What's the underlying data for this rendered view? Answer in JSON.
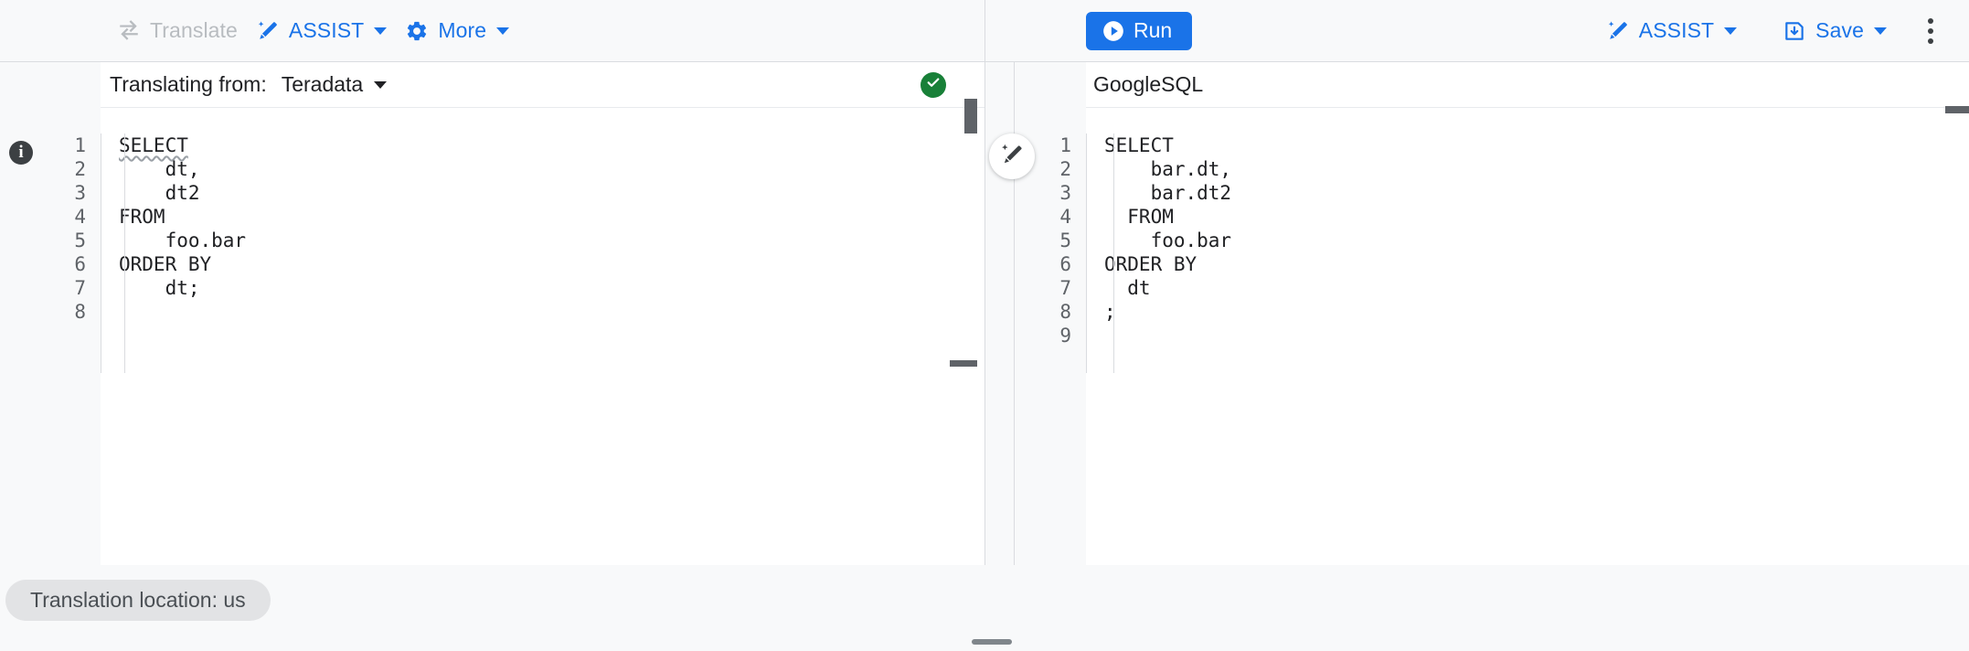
{
  "toolbar": {
    "left": [
      {
        "id": "translate",
        "label": "Translate",
        "icon": "translate-swap-icon",
        "disabled": true,
        "caret": false
      },
      {
        "id": "assist-left",
        "label": "ASSIST",
        "icon": "magic-wand-icon",
        "disabled": false,
        "caret": true
      },
      {
        "id": "more",
        "label": "More",
        "icon": "gear-icon",
        "disabled": false,
        "caret": true
      }
    ],
    "right": {
      "run_label": "Run",
      "run_icon": "play-circle-icon",
      "assist_label": "ASSIST",
      "assist_icon": "magic-wand-icon",
      "save_label": "Save",
      "save_icon": "save-disk-icon",
      "overflow_icon": "kebab-menu-icon"
    },
    "accent_color": "#1a73e8",
    "disabled_color": "#b8bcc0"
  },
  "source_panel": {
    "translating_from_label": "Translating from:",
    "dialect": "Teradata",
    "status_icon": "check-circle-icon",
    "status_color": "#188038",
    "info_icon": "info-icon",
    "info_glyph": "i",
    "line_numbers": [
      "1",
      "2",
      "3",
      "4",
      "5",
      "6",
      "7",
      "8"
    ],
    "code_lines": [
      {
        "n": 1,
        "text": "SELECT",
        "kind": "keyword",
        "squiggly": true
      },
      {
        "n": 2,
        "text": "    dt,",
        "kind": "plain",
        "squiggly": false
      },
      {
        "n": 3,
        "text": "    dt2",
        "kind": "plain",
        "squiggly": false
      },
      {
        "n": 4,
        "text": "FROM",
        "kind": "keyword",
        "squiggly": false
      },
      {
        "n": 5,
        "text": "    foo.bar",
        "kind": "plain",
        "squiggly": false
      },
      {
        "n": 6,
        "text": "ORDER BY",
        "kind": "keyword",
        "squiggly": false
      },
      {
        "n": 7,
        "text": "    dt;",
        "kind": "plain",
        "squiggly": false
      },
      {
        "n": 8,
        "text": "",
        "kind": "plain",
        "squiggly": false
      }
    ]
  },
  "target_panel": {
    "dialect": "GoogleSQL",
    "magic_icon": "magic-wand-edit-icon",
    "line_numbers": [
      "1",
      "2",
      "3",
      "4",
      "5",
      "6",
      "7",
      "8",
      "9"
    ],
    "code_lines": [
      {
        "n": 1,
        "text": "SELECT",
        "kind": "keyword"
      },
      {
        "n": 2,
        "text": "    bar.dt,",
        "kind": "plain"
      },
      {
        "n": 3,
        "text": "    bar.dt2",
        "kind": "plain"
      },
      {
        "n": 4,
        "text": "  FROM",
        "kind": "keyword"
      },
      {
        "n": 5,
        "text": "    foo.bar",
        "kind": "plain"
      },
      {
        "n": 6,
        "text": "ORDER BY",
        "kind": "keyword"
      },
      {
        "n": 7,
        "text": "  dt",
        "kind": "plain"
      },
      {
        "n": 8,
        "text": ";",
        "kind": "plain"
      },
      {
        "n": 9,
        "text": "",
        "kind": "plain"
      }
    ]
  },
  "status_bar": {
    "location_chip": "Translation location: us"
  }
}
